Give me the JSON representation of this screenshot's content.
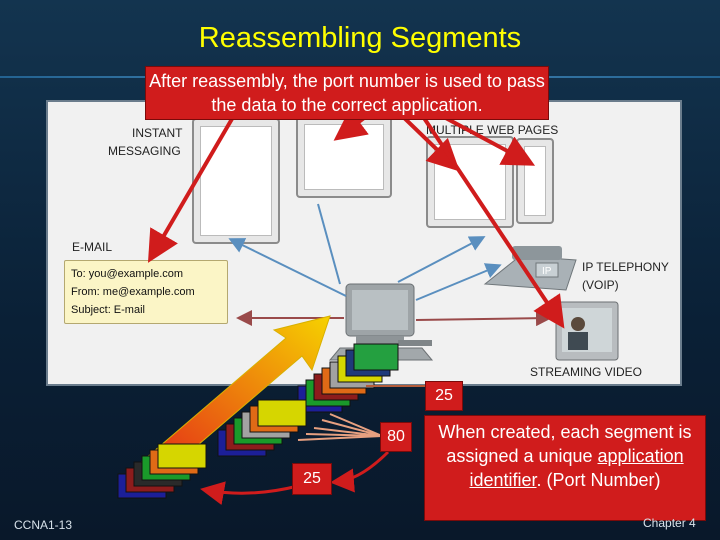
{
  "slide": {
    "title": "Reassembling Segments",
    "callout_top": "After reassembly, the port number is used to pass the data to the correct application.",
    "callout_bottom_pre": "When created, each segment is assigned a unique ",
    "callout_bottom_link": "application identifier",
    "callout_bottom_post": ". (Port Number)",
    "footer_left": "CCNA1-13",
    "footer_right": "Chapter 4"
  },
  "apps": {
    "im_line1": "INSTANT",
    "im_line2": "MESSAGING",
    "web": "MULTIPLE WEB PAGES",
    "email": "E-MAIL",
    "ip_tel_line1": "IP TELEPHONY",
    "ip_tel_line2": "(VOIP)",
    "video": "STREAMING VIDEO",
    "ip_badge": "IP"
  },
  "email_box": {
    "to": "To: you@example.com",
    "from": "From: me@example.com",
    "subject": "Subject: E-mail"
  },
  "ports": {
    "p1": "25",
    "p2": "80",
    "p3": "25"
  },
  "colors": {
    "title": "#ffff00",
    "callout": "#d01c1c",
    "arrow_red": "#d01c1c"
  }
}
